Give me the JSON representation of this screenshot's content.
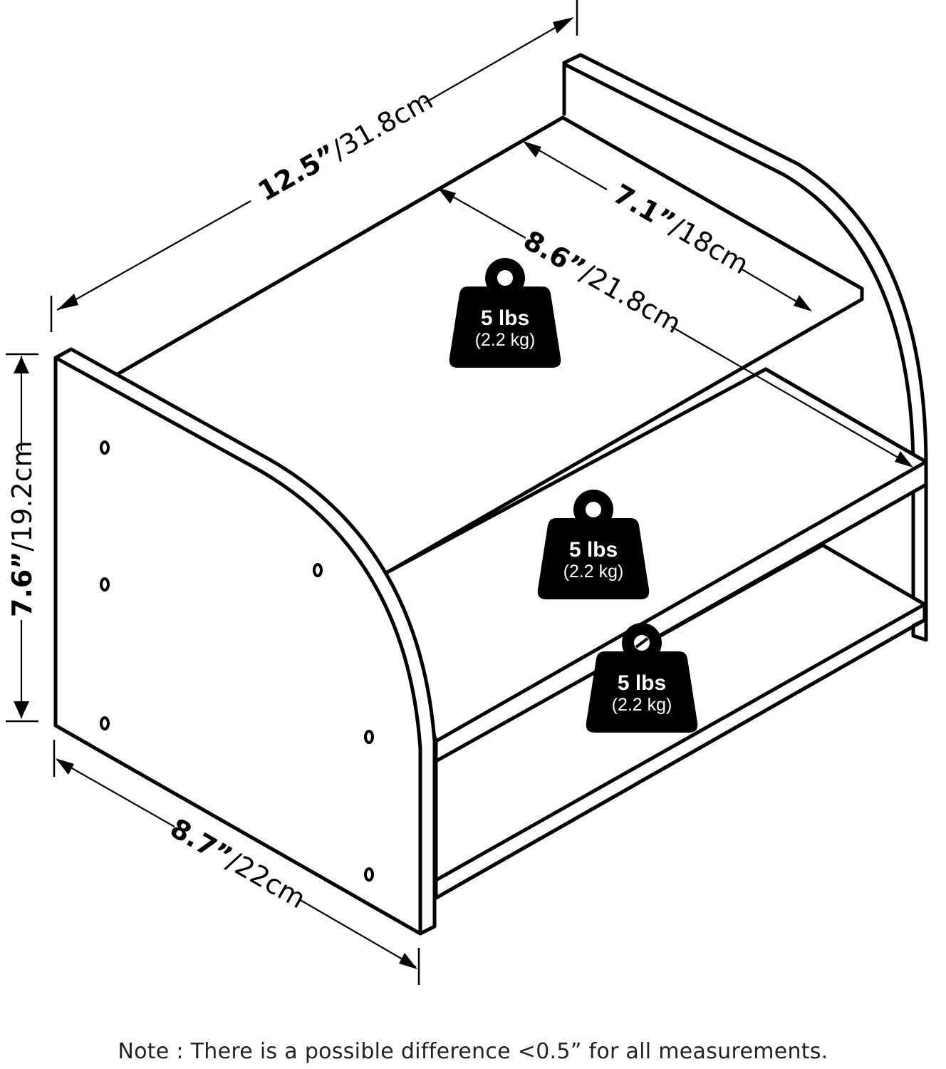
{
  "dimensions": {
    "width": {
      "value": "12.5”",
      "metric": "/31.8cm"
    },
    "inner_width": {
      "value": "7.1”",
      "metric": "/18cm"
    },
    "inner_depth": {
      "value": "8.6”",
      "metric": "/21.8cm"
    },
    "height": {
      "value": "7.6”",
      "metric": "/19.2cm"
    },
    "depth": {
      "value": "8.7”",
      "metric": "/22cm"
    }
  },
  "weight_capacity": [
    {
      "label": "5 lbs",
      "sublabel": "(2.2 kg)"
    },
    {
      "label": "5 lbs",
      "sublabel": "(2.2 kg)"
    },
    {
      "label": "5 lbs",
      "sublabel": "(2.2 kg)"
    }
  ],
  "note": "Note : There is a possible difference <0.5” for all measurements."
}
